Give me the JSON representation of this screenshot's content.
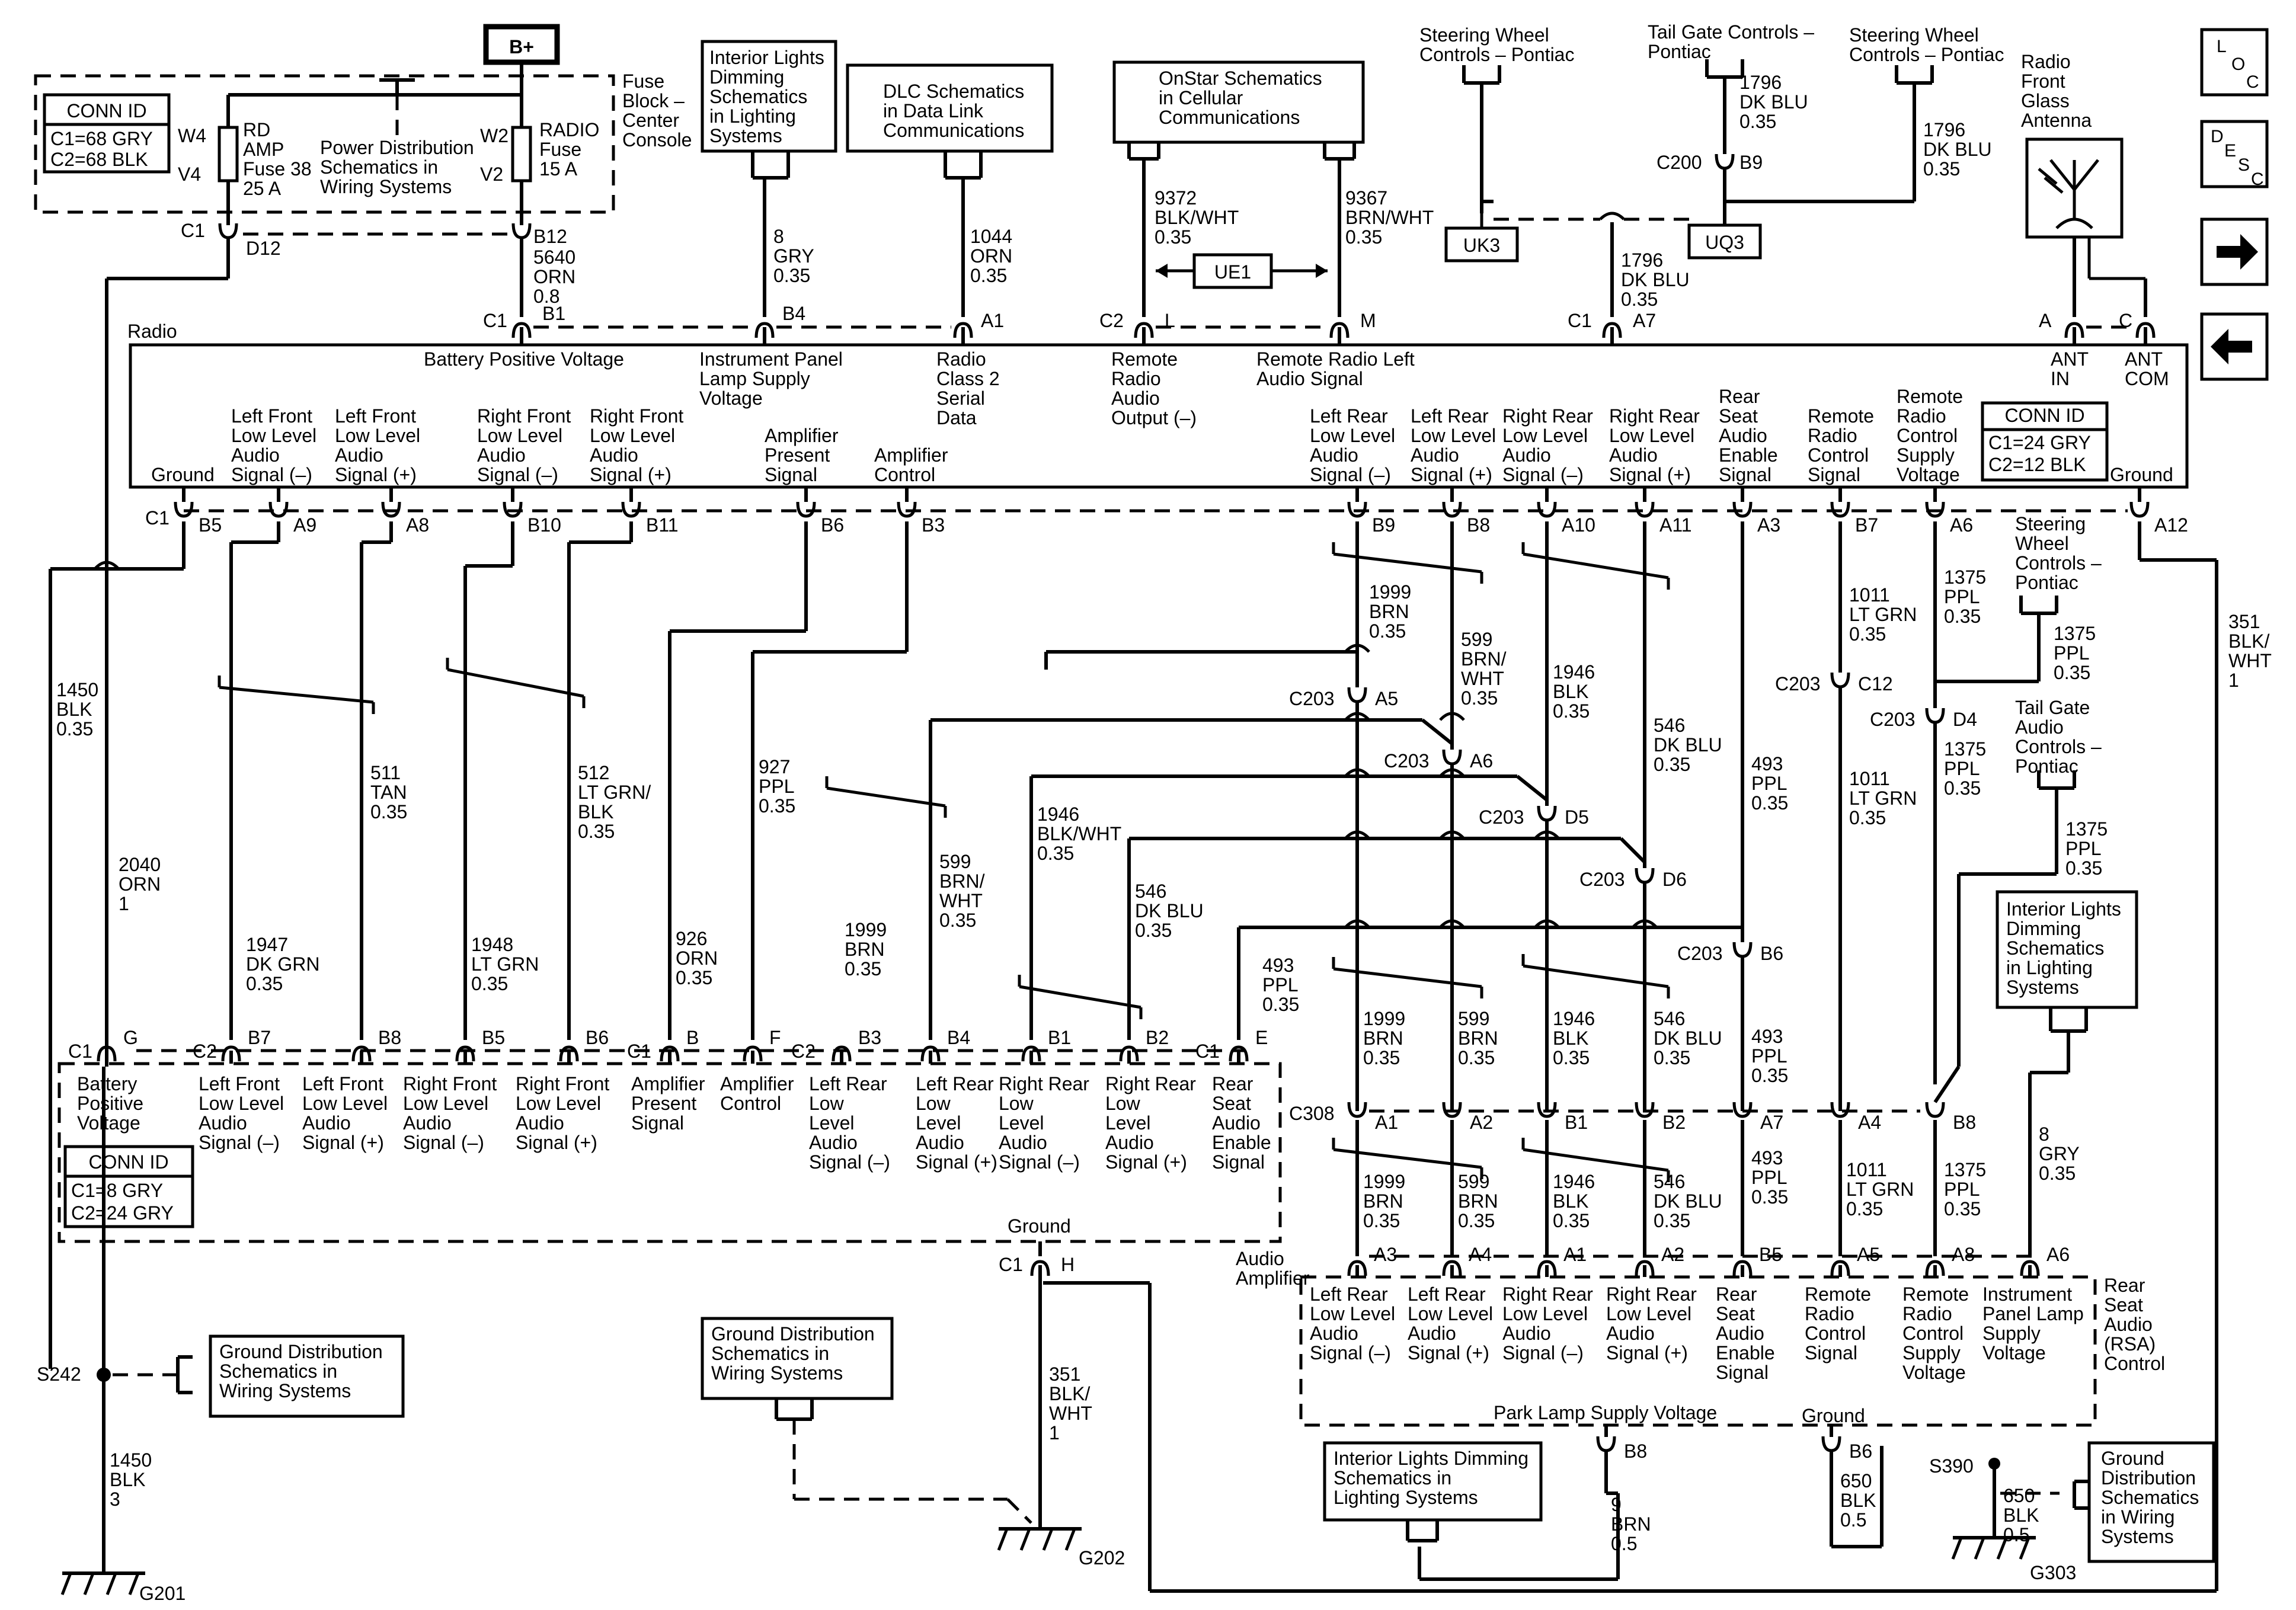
{
  "components": {
    "bplus": "B+",
    "fuse_block": [
      "Fuse",
      "Block –",
      "Center",
      "Console"
    ],
    "radio": "Radio",
    "audio_amplifier": [
      "Audio",
      "Amplifier"
    ],
    "rsa": [
      "Rear",
      "Seat",
      "Audio",
      "(RSA)",
      "Control"
    ],
    "rf_antenna": [
      "Radio",
      "Front",
      "Glass",
      "Antenna"
    ]
  },
  "conn_ids": {
    "fuse": {
      "title": "CONN ID",
      "lines": [
        "C1=68 GRY",
        "C2=68 BLK"
      ]
    },
    "radio": {
      "title": "CONN ID",
      "lines": [
        "C1=24 GRY",
        "C2=12 BLK"
      ]
    },
    "amp": {
      "title": "CONN ID",
      "lines": [
        "C1=8 GRY",
        "C2=24 GRY"
      ]
    }
  },
  "fuses": {
    "rd_amp": {
      "pins": [
        "W4",
        "V4"
      ],
      "label": [
        "RD",
        "AMP",
        "Fuse 38",
        "25 A"
      ]
    },
    "radio": {
      "pins": [
        "W2",
        "V2"
      ],
      "label": [
        "RADIO",
        "Fuse",
        "15 A"
      ]
    },
    "power_dist": [
      "Power Distribution",
      "Schematics in",
      "Wiring  Systems"
    ]
  },
  "refs": {
    "int_dim_top": [
      "Interior Lights",
      "Dimming",
      "Schematics",
      "in Lighting",
      "Systems"
    ],
    "dlc": [
      "DLC Schematics",
      "in Data Link",
      "Communications"
    ],
    "onstar": [
      "OnStar Schematics",
      "in Cellular",
      "Communications"
    ],
    "swc_1": [
      "Steering Wheel",
      "Controls – Pontiac"
    ],
    "tgc_1": [
      "Tail Gate Controls –",
      "Pontiac"
    ],
    "swc_2": [
      "Steering Wheel",
      "Controls – Pontiac"
    ],
    "swc_3": [
      "Steering",
      "Wheel",
      "Controls –",
      "Pontiac"
    ],
    "tgac": [
      "Tail Gate",
      "Audio",
      "Controls –",
      "Pontiac"
    ],
    "int_dim_right": [
      "Interior Lights",
      "Dimming",
      "Schematics",
      "in Lighting",
      "Systems"
    ],
    "gnd_dist_left": [
      "Ground Distribution",
      "Schematics in",
      "Wiring Systems"
    ],
    "gnd_dist_mid": [
      "Ground Distribution",
      "Schematics in",
      "Wiring Systems"
    ],
    "int_dim_bottom": [
      "Interior Lights Dimming",
      "Schematics in",
      "Lighting Systems"
    ],
    "gnd_dist_right": [
      "Ground",
      "Distribution",
      "Schematics",
      "in Wiring",
      "Systems"
    ]
  },
  "options": {
    "uk3": "UK3",
    "uq3": "UQ3",
    "ue1": "UE1"
  },
  "radio_top_terminals": {
    "battery": "Battery Positive Voltage",
    "ip_lamp": [
      "Instrument Panel",
      "Lamp Supply",
      "Voltage"
    ],
    "class2": [
      "Radio",
      "Class 2",
      "Serial",
      "Data"
    ],
    "remote_out": [
      "Remote",
      "Radio",
      "Audio",
      "Output (–)"
    ],
    "remote_left": [
      "Remote Radio Left",
      "Audio Signal"
    ],
    "ant_in": [
      "ANT",
      "IN"
    ],
    "ant_com": [
      "ANT",
      "COM"
    ]
  },
  "radio_bottom_terminals": [
    [
      "Ground"
    ],
    [
      "Left Front",
      "Low Level",
      "Audio",
      "Signal (–)"
    ],
    [
      "Left Front",
      "Low Level",
      "Audio",
      "Signal (+)"
    ],
    [
      "Right Front",
      "Low Level",
      "Audio",
      "Signal (–)"
    ],
    [
      "Right Front",
      "Low Level",
      "Audio",
      "Signal (+)"
    ],
    [
      "Amplifier",
      "Present",
      "Signal"
    ],
    [
      "Amplifier",
      "Control"
    ],
    [
      "Left Rear",
      "Low Level",
      "Audio",
      "Signal (–)"
    ],
    [
      "Left Rear",
      "Low Level",
      "Audio",
      "Signal (+)"
    ],
    [
      "Right Rear",
      "Low Level",
      "Audio",
      "Signal (–)"
    ],
    [
      "Right Rear",
      "Low Level",
      "Audio",
      "Signal (+)"
    ],
    [
      "Rear",
      "Seat",
      "Audio",
      "Enable",
      "Signal"
    ],
    [
      "Remote",
      "Radio",
      "Control",
      "Signal"
    ],
    [
      "Remote",
      "Radio",
      "Control",
      "Supply",
      "Voltage"
    ],
    [
      "Ground"
    ]
  ],
  "radio_bottom_pins": [
    "B5",
    "A9",
    "A8",
    "B10",
    "B11",
    "B6",
    "B3",
    "B9",
    "B8",
    "A10",
    "A11",
    "A3",
    "B7",
    "A6",
    "A12"
  ],
  "amp_terminals": [
    [
      "Battery",
      "Positive",
      "Voltage"
    ],
    [
      "Left Front",
      "Low Level",
      "Audio",
      "Signal (–)"
    ],
    [
      "Left Front",
      "Low Level",
      "Audio",
      "Signal (+)"
    ],
    [
      "Right Front",
      "Low Level",
      "Audio",
      "Signal (–)"
    ],
    [
      "Right Front",
      "Low Level",
      "Audio",
      "Signal (+)"
    ],
    [
      "Amplifier",
      "Present",
      "Signal"
    ],
    [
      "Amplifier",
      "Control"
    ],
    [
      "Left Rear",
      "Low",
      "Level",
      "Audio",
      "Signal (–)"
    ],
    [
      "Left Rear",
      "Low",
      "Level",
      "Audio",
      "Signal (+)"
    ],
    [
      "Right Rear",
      "Low",
      "Level",
      "Audio",
      "Signal (–)"
    ],
    [
      "Right Rear",
      "Low",
      "Level",
      "Audio",
      "Signal (+)"
    ],
    [
      "Rear",
      "Seat",
      "Audio",
      "Enable",
      "Signal"
    ]
  ],
  "amp_pins": [
    "G",
    "B7",
    "B8",
    "B5",
    "B6",
    "B",
    "F",
    "B3",
    "B4",
    "B1",
    "B2",
    "E"
  ],
  "rsa_terminals": [
    [
      "Left Rear",
      "Low Level",
      "Audio",
      "Signal (–)"
    ],
    [
      "Left Rear",
      "Low Level",
      "Audio",
      "Signal (+)"
    ],
    [
      "Right Rear",
      "Low Level",
      "Audio",
      "Signal (–)"
    ],
    [
      "Right Rear",
      "Low Level",
      "Audio",
      "Signal (+)"
    ],
    [
      "Rear",
      "Seat",
      "Audio",
      "Enable",
      "Signal"
    ],
    [
      "Remote",
      "Radio",
      "Control",
      "Signal"
    ],
    [
      "Remote",
      "Radio",
      "Control",
      "Supply",
      "Voltage"
    ],
    [
      "Instrument",
      "Panel Lamp",
      "Supply",
      "Voltage"
    ]
  ],
  "rsa_pins": [
    "A3",
    "A4",
    "A1",
    "A2",
    "B5",
    "A5",
    "A8",
    "A6"
  ],
  "rsa_bottom": {
    "park": "Park Lamp Supply Voltage",
    "ground": "Ground"
  },
  "amp_ground": "Ground",
  "wires": {
    "w5640": [
      "5640",
      "ORN",
      "0.8"
    ],
    "w8": [
      "8",
      "GRY",
      "0.35"
    ],
    "w1044": [
      "1044",
      "ORN",
      "0.35"
    ],
    "w9372": [
      "9372",
      "BLK/WHT",
      "0.35"
    ],
    "w9367": [
      "9367",
      "BRN/WHT",
      "0.35"
    ],
    "w1796_a": [
      "1796",
      "DK BLU",
      "0.35"
    ],
    "w1796_b": [
      "1796",
      "DK BLU",
      "0.35"
    ],
    "w1796_c": [
      "1796",
      "DK BLU",
      "0.35"
    ],
    "w1450_top": [
      "1450",
      "BLK",
      "0.35"
    ],
    "w2040": [
      "2040",
      "ORN",
      "1"
    ],
    "w1947": [
      "1947",
      "DK GRN",
      "0.35"
    ],
    "w511": [
      "511",
      "TAN",
      "0.35"
    ],
    "w1948": [
      "1948",
      "LT GRN",
      "0.35"
    ],
    "w512": [
      "512",
      "LT GRN/",
      "BLK",
      "0.35"
    ],
    "w926": [
      "926",
      "ORN",
      "0.35"
    ],
    "w927": [
      "927",
      "PPL",
      "0.35"
    ],
    "w1999_amp": [
      "1999",
      "BRN",
      "0.35"
    ],
    "w599_amp": [
      "599",
      "BRN/",
      "WHT",
      "0.35"
    ],
    "w1946_amp": [
      "1946",
      "BLK/WHT",
      "0.35"
    ],
    "w546_amp": [
      "546",
      "DK BLU",
      "0.35"
    ],
    "w493_amp": [
      "493",
      "PPL",
      "0.35"
    ],
    "w1999_top": [
      "1999",
      "BRN",
      "0.35"
    ],
    "w599_top": [
      "599",
      "BRN/",
      "WHT",
      "0.35"
    ],
    "w1946_top": [
      "1946",
      "BLK",
      "0.35"
    ],
    "w546_top": [
      "546",
      "DK BLU",
      "0.35"
    ],
    "w493_top": [
      "493",
      "PPL",
      "0.35"
    ],
    "w1011_top": [
      "1011",
      "LT GRN",
      "0.35"
    ],
    "w1375_top": [
      "1375",
      "PPL",
      "0.35"
    ],
    "w1375_swc": [
      "1375",
      "PPL",
      "0.35"
    ],
    "w351_right": [
      "351",
      "BLK/",
      "WHT",
      "1"
    ],
    "w1011_mid": [
      "1011",
      "LT GRN",
      "0.35"
    ],
    "w1375_mid": [
      "1375",
      "PPL",
      "0.35"
    ],
    "w1375_tg": [
      "1375",
      "PPL",
      "0.35"
    ],
    "w1999_mid": [
      "1999",
      "BRN",
      "0.35"
    ],
    "w599_mid": [
      "599",
      "BRN",
      "0.35"
    ],
    "w1946_mid": [
      "1946",
      "BLK",
      "0.35"
    ],
    "w546_mid": [
      "546",
      "DK BLU",
      "0.35"
    ],
    "w493_mid": [
      "493",
      "PPL",
      "0.35"
    ],
    "w1999_bot": [
      "1999",
      "BRN",
      "0.35"
    ],
    "w599_bot": [
      "599",
      "BRN",
      "0.35"
    ],
    "w1946_bot": [
      "1946",
      "BLK",
      "0.35"
    ],
    "w546_bot": [
      "546",
      "DK BLU",
      "0.35"
    ],
    "w493_bot": [
      "493",
      "PPL",
      "0.35"
    ],
    "w1011_bot": [
      "1011",
      "LT GRN",
      "0.35"
    ],
    "w1375_bot": [
      "1375",
      "PPL",
      "0.35"
    ],
    "w8_rsa": [
      "8",
      "GRY",
      "0.35"
    ],
    "w1450_bot": [
      "1450",
      "BLK",
      "3"
    ],
    "w351_amp": [
      "351",
      "BLK/",
      "WHT",
      "1"
    ],
    "w9_brn": [
      "9",
      "BRN",
      "0.5"
    ],
    "w650_a": [
      "650",
      "BLK",
      "0.5"
    ],
    "w650_b": [
      "650",
      "BLK",
      "0.5"
    ]
  },
  "nav_buttons": {
    "loc": [
      "L",
      "O",
      "C"
    ],
    "desc": [
      "D",
      "E",
      "S",
      "C"
    ],
    "next": "→",
    "prev": "←"
  },
  "grounds": {
    "g201": "G201",
    "g202": "G202",
    "g303": "G303",
    "s242": "S242",
    "s390": "S390"
  }
}
